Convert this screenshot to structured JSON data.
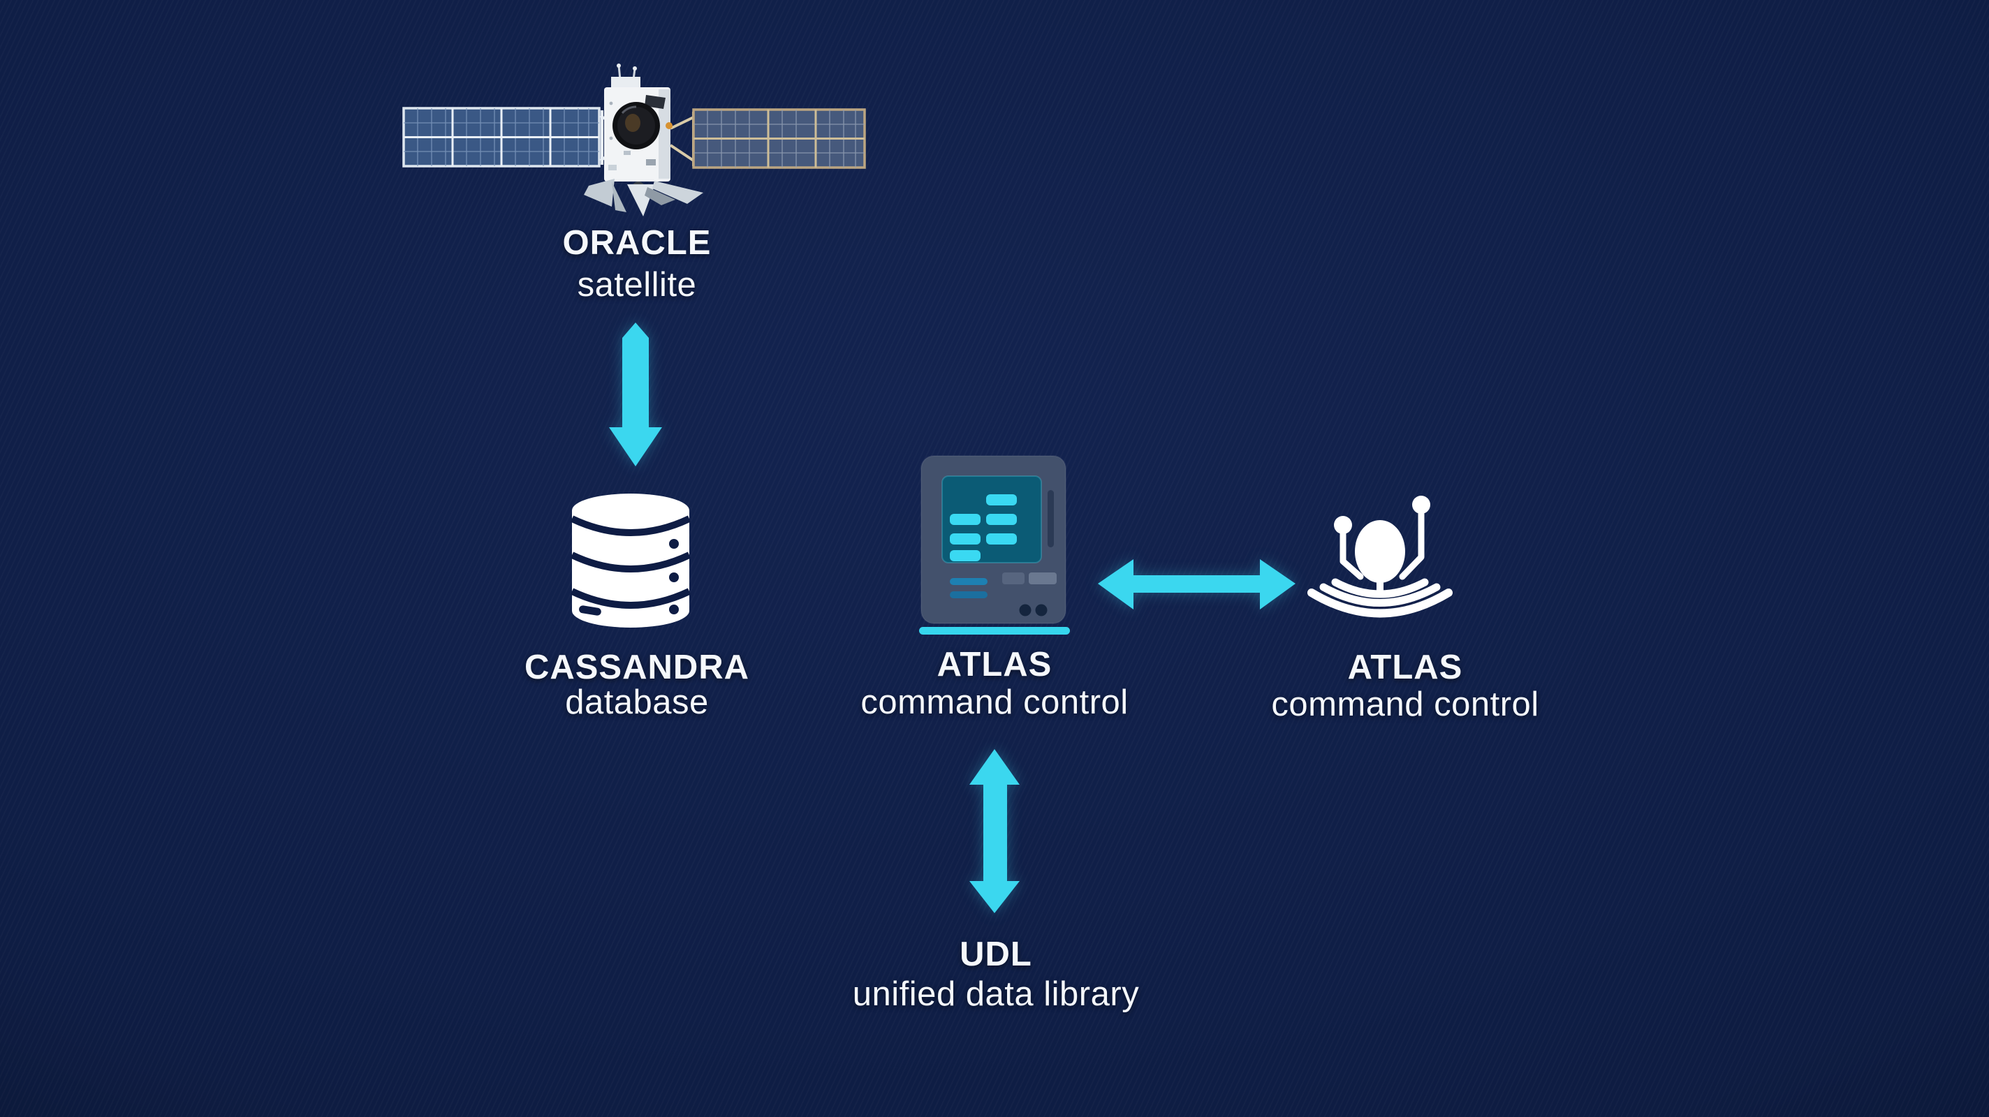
{
  "colors": {
    "background": "#0f1e46",
    "accent_cyan": "#3bd7ef",
    "text": "#f5f8fc",
    "icon_white": "#ffffff",
    "console_body": "#43516c",
    "console_screen": "#0b5b75",
    "solar_panel_blue": "#3a5885"
  },
  "nodes": {
    "oracle": {
      "title": "ORACLE",
      "subtitle": "satellite",
      "icon": "satellite-photo"
    },
    "cassandra": {
      "title": "CASSANDRA",
      "subtitle": "database",
      "icon": "database-cylinder"
    },
    "atlasConsole": {
      "title": "ATLAS",
      "subtitle": "command control",
      "icon": "command-console"
    },
    "atlasGround": {
      "title": "ATLAS",
      "subtitle": "command control",
      "icon": "ground-station-antenna"
    },
    "udl": {
      "title": "UDL",
      "subtitle": "unified data library",
      "icon": "none"
    }
  },
  "connections": [
    {
      "from": "ORACLE satellite",
      "to": "CASSANDRA database",
      "style": "single-arrow-down"
    },
    {
      "from": "ATLAS command control console",
      "to": "ATLAS command control ground station",
      "style": "double-arrow-horizontal"
    },
    {
      "from": "ATLAS command control console",
      "to": "UDL unified data library",
      "style": "double-arrow-vertical"
    }
  ]
}
